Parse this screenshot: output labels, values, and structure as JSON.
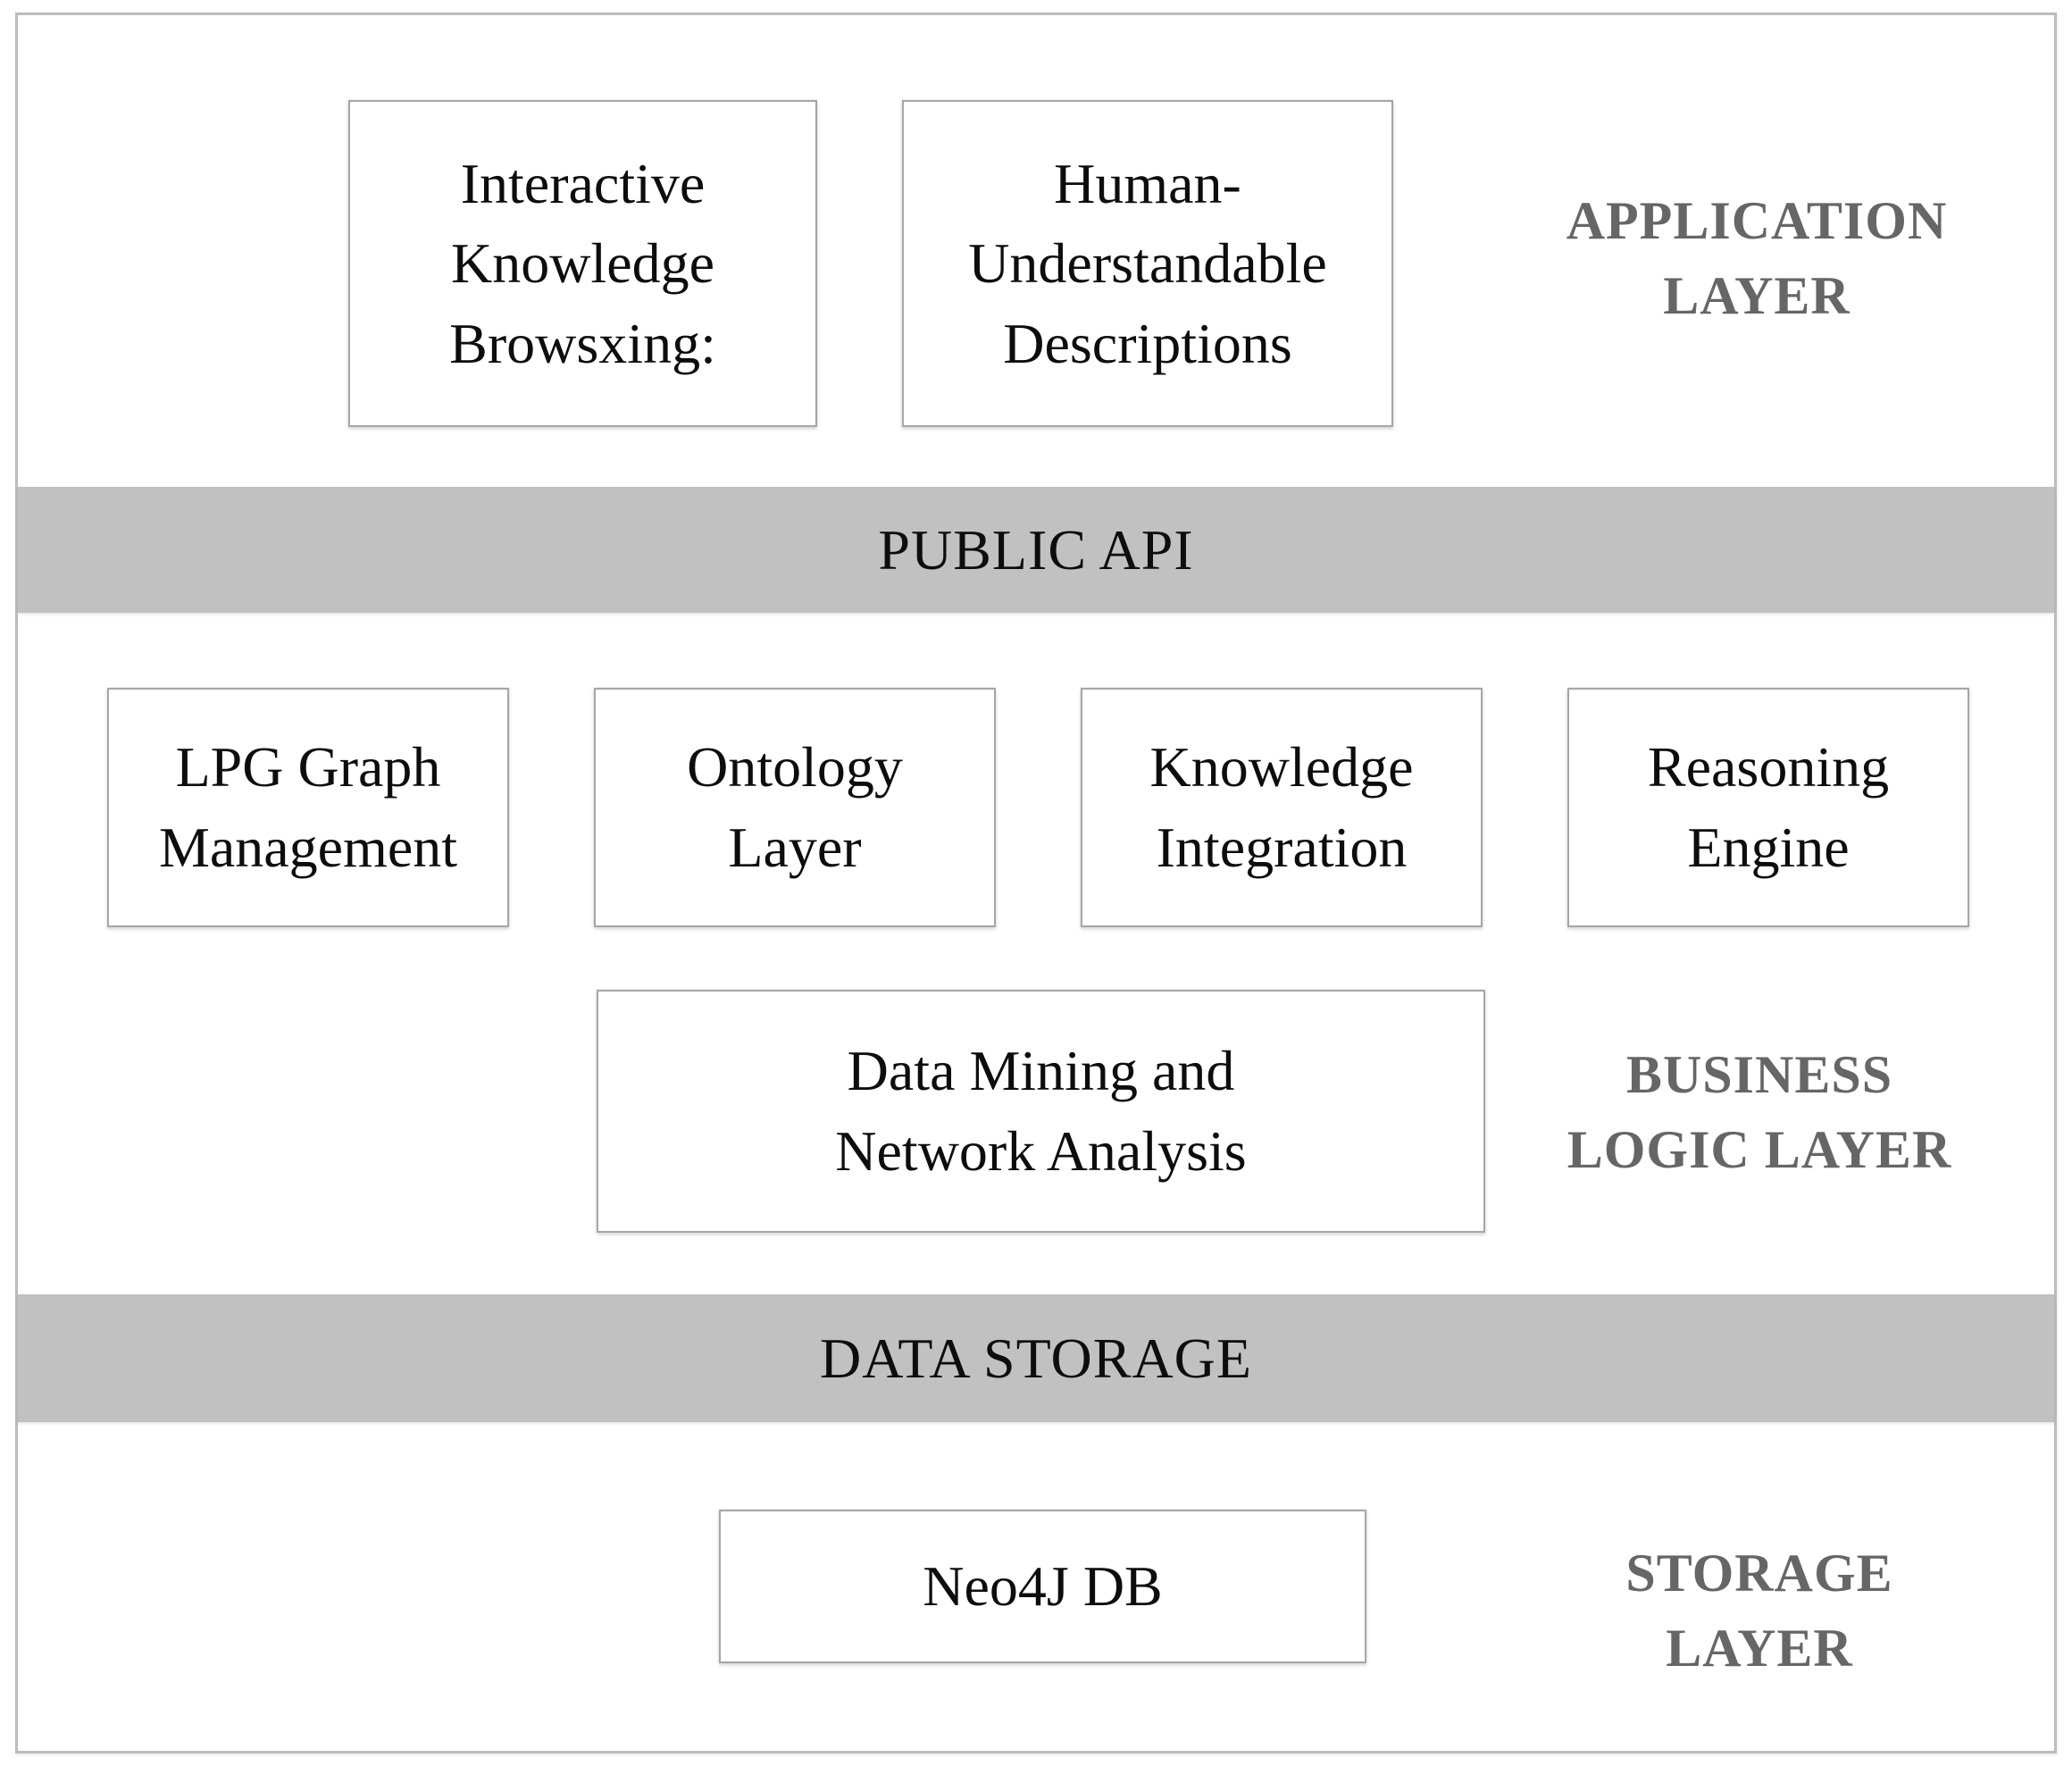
{
  "colors": {
    "bar_fill": "#c1c1c1",
    "frame_border": "#bcbcbc",
    "box_border": "#a6a6a6",
    "label_gray": "#666666",
    "text_black": "#0d0d0d",
    "page_bg": "#ffffff"
  },
  "application_layer": {
    "label": "APPLICATION\nLAYER",
    "boxes": [
      {
        "label": "Interactive\nKnowledge\nBrowsxing:"
      },
      {
        "label": "Human-\nUnderstandable\nDescriptions"
      }
    ]
  },
  "public_api_bar": {
    "label": "PUBLIC API"
  },
  "business_logic_layer": {
    "label": "BUSINESS\nLOGIC LAYER",
    "boxes": [
      {
        "label": "LPG Graph\nManagement"
      },
      {
        "label": "Ontology\nLayer"
      },
      {
        "label": "Knowledge\nIntegration"
      },
      {
        "label": "Reasoning\nEngine"
      },
      {
        "label": "Data Mining and\nNetwork Analysis"
      }
    ]
  },
  "data_storage_bar": {
    "label": "DATA STORAGE"
  },
  "storage_layer": {
    "label": "STORAGE\nLAYER",
    "boxes": [
      {
        "label": "Neo4J DB"
      }
    ]
  }
}
